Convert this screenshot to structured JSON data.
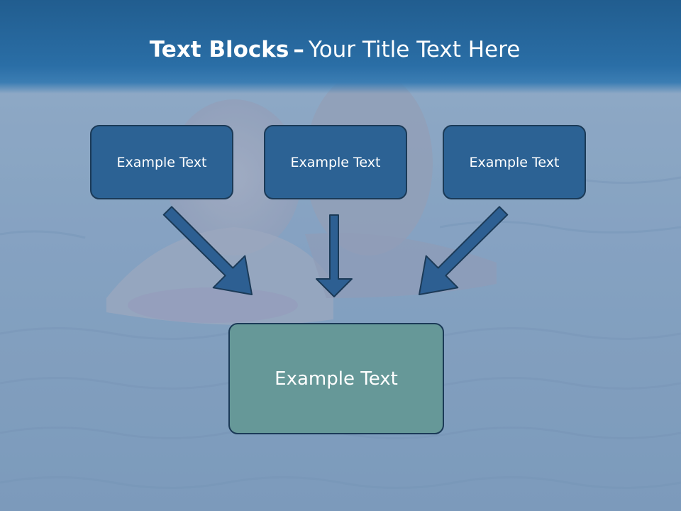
{
  "slide": {
    "title_bold": "Text Blocks",
    "title_separator": "–",
    "title_rest": "Your Title Text Here"
  },
  "blocks": [
    {
      "label": "Example Text"
    },
    {
      "label": "Example Text"
    },
    {
      "label": "Example Text"
    }
  ],
  "main_block": {
    "label": "Example Text"
  },
  "colors": {
    "header": "#2a6ea6",
    "block_fill": "#2c6294",
    "main_block_fill": "#669898",
    "arrow_fill": "#2d5f92",
    "outline": "#1b3a57",
    "text": "#ffffff"
  },
  "background": {
    "description_icon": "swimming-photo"
  }
}
